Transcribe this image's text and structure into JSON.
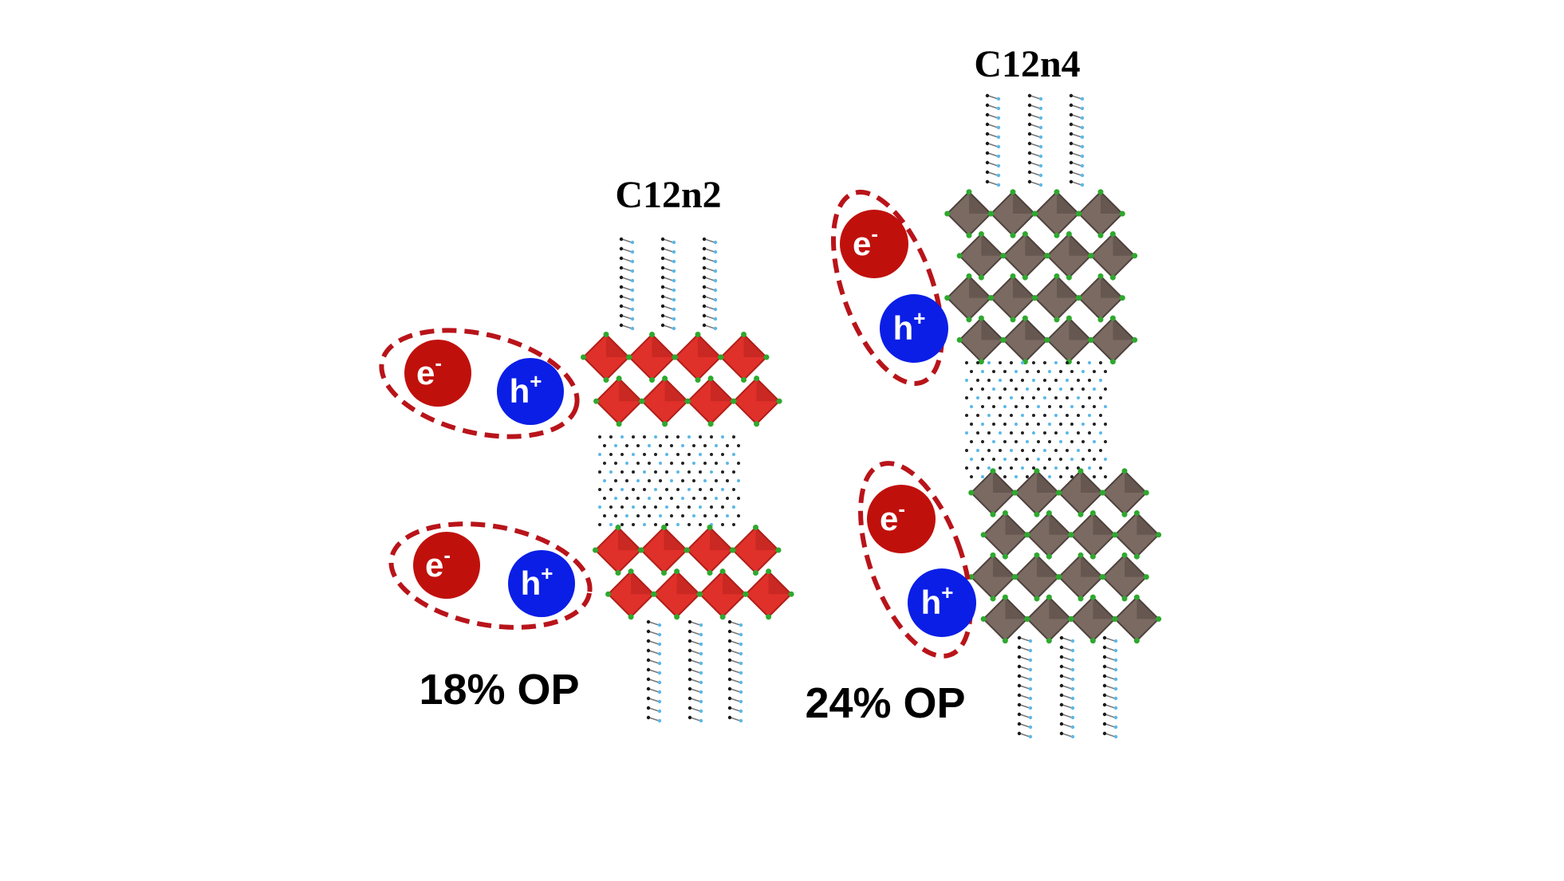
{
  "structures": [
    {
      "id": "c12n2",
      "title": "C12n2",
      "octahedron_color": "#e0302a",
      "octahedron_dark": "#b01e18",
      "layers": 2,
      "op_label": "18% OP"
    },
    {
      "id": "c12n4",
      "title": "C12n4",
      "octahedron_color": "#7a6a62",
      "octahedron_dark": "#4e423c",
      "layers": 4,
      "op_label": "24% OP"
    }
  ],
  "particles": {
    "electron": "e",
    "electron_sup": "-",
    "hole": "h",
    "hole_sup": "+"
  },
  "colors": {
    "electron": "#c0100c",
    "hole": "#0a1ee6",
    "exciton_border": "#b8141a",
    "linker_atom": "#1a1a1a",
    "chain_atom": "#5bb8e8",
    "corner_atom": "#2ea82e"
  }
}
